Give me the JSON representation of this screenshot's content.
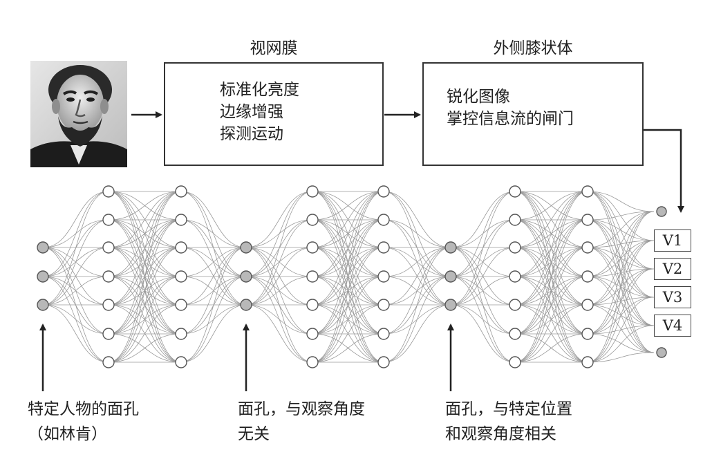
{
  "stages": {
    "retina": {
      "title": "视网膜",
      "functions": [
        "标准化亮度",
        "边缘增强",
        "探测运动"
      ]
    },
    "lgn": {
      "title": "外侧膝状体",
      "functions": [
        "锐化图像",
        "掌控信息流的闸门"
      ]
    }
  },
  "visual_areas": [
    "V1",
    "V2",
    "V3",
    "V4"
  ],
  "captions": {
    "input": [
      "特定人物的面孔",
      "（如林肯）"
    ],
    "middle": [
      "面孔，与观察角度",
      "无关"
    ],
    "right": [
      "面孔，与特定位置",
      "和观察角度相关"
    ]
  },
  "icons": {
    "portrait": "portrait-photo-icon",
    "arrow": "arrow-right-icon"
  }
}
